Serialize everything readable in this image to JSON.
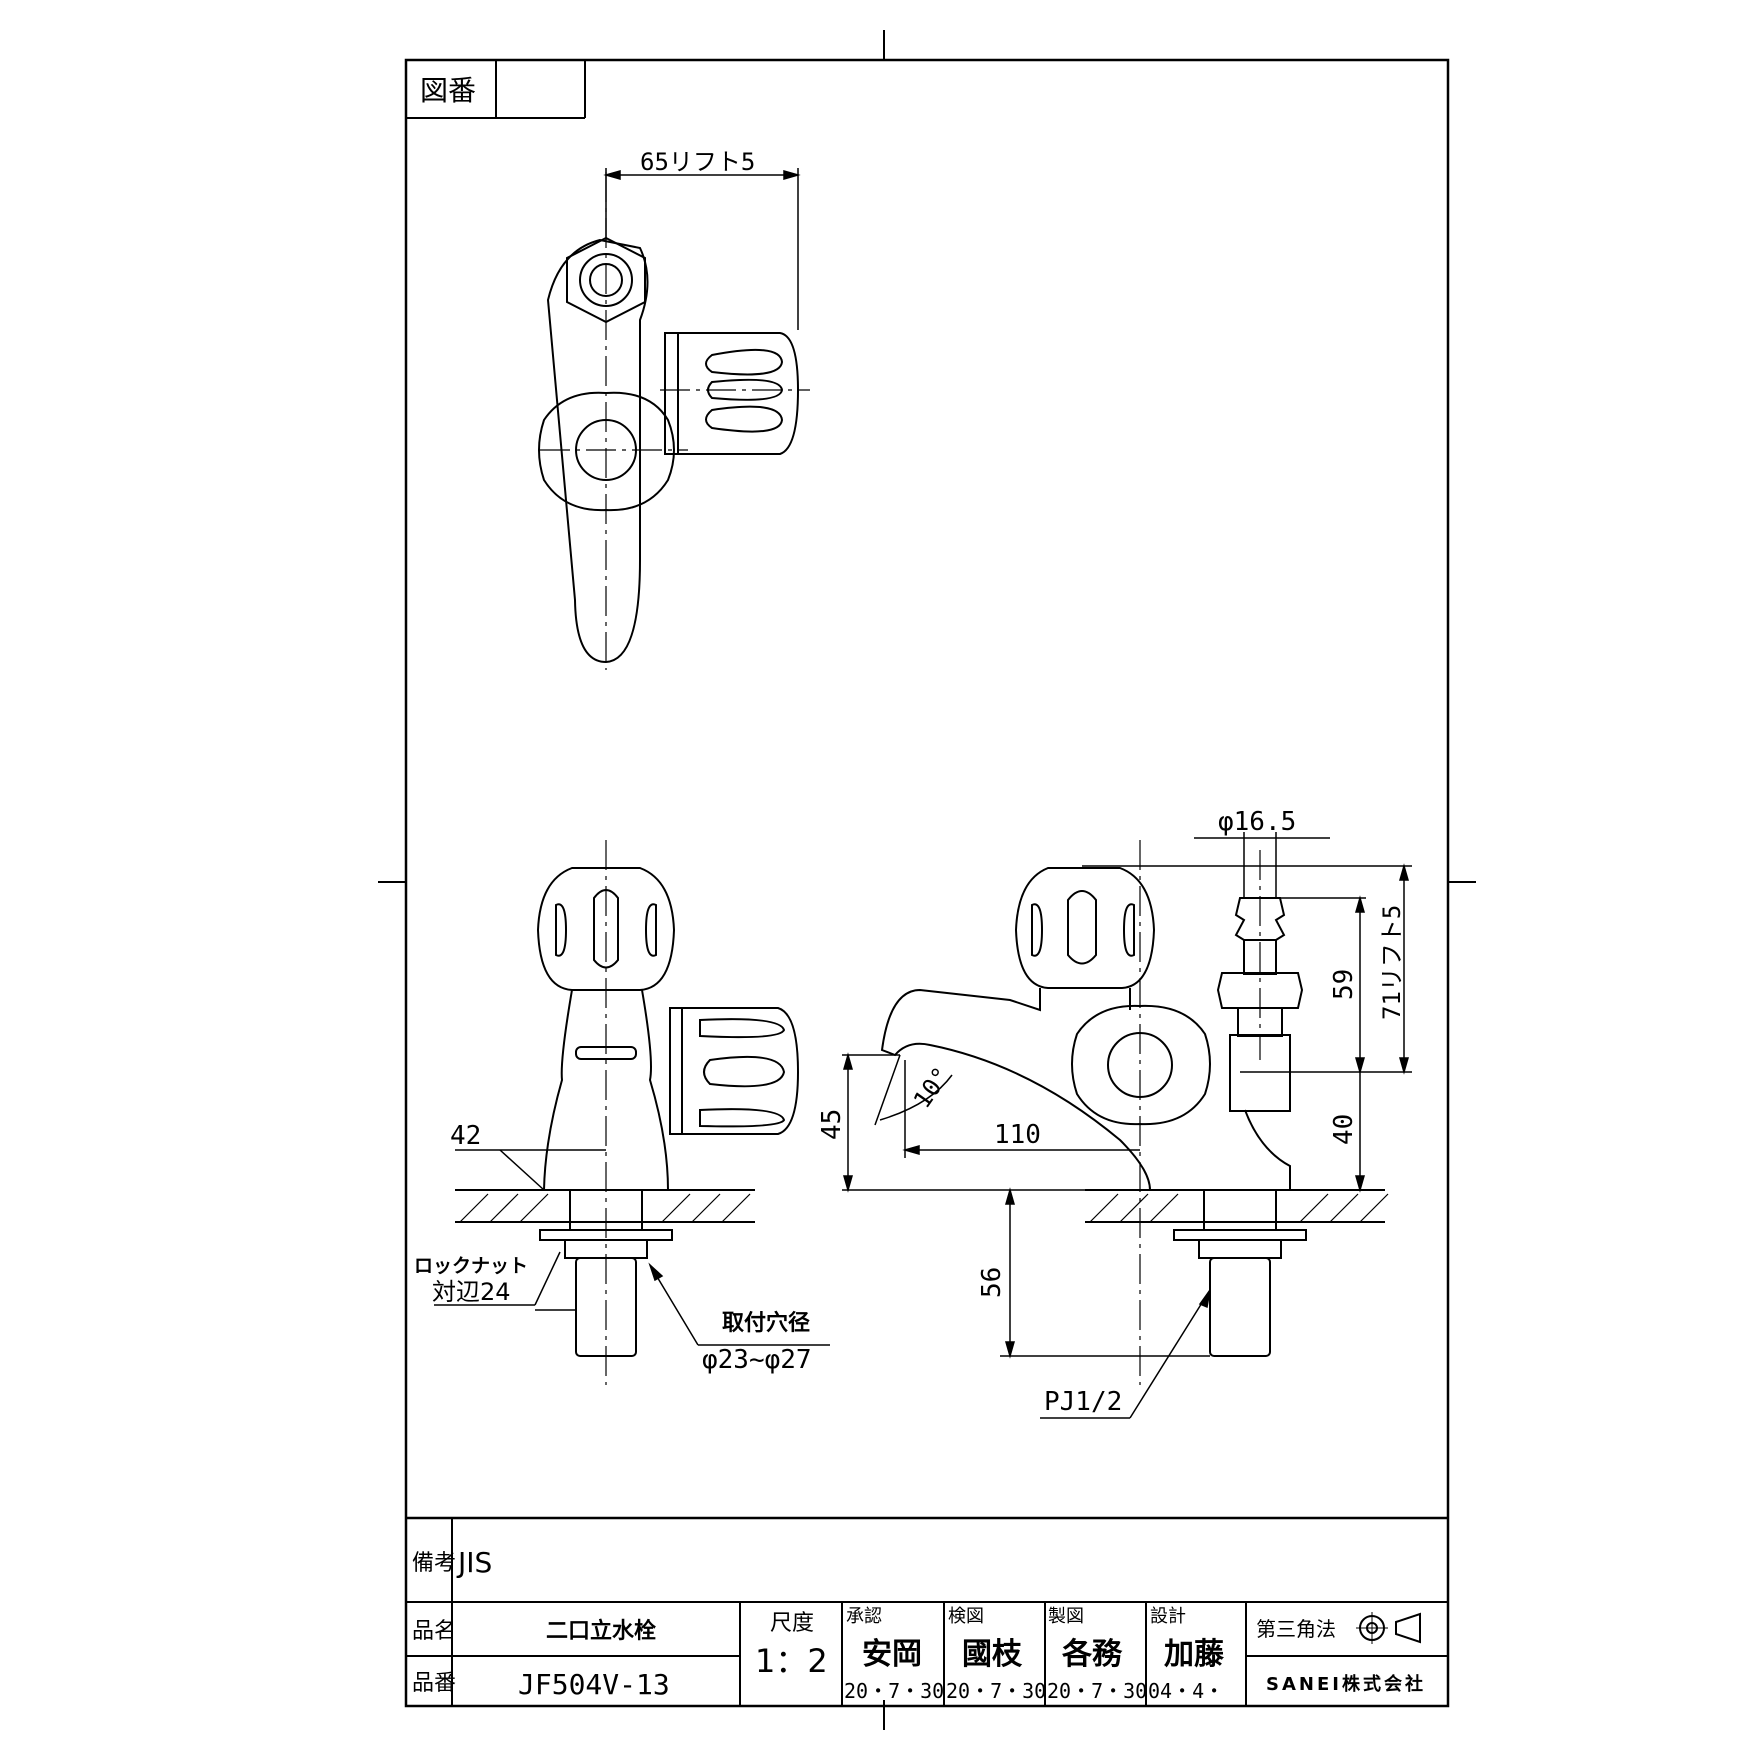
{
  "drawing_number_label": "図番",
  "dimensions": {
    "top_width": "65リフト5",
    "diameter_hose": "φ16.5",
    "height_71": "71リフト5",
    "height_59": "59",
    "height_40": "40",
    "height_45": "45",
    "angle": "10°",
    "spout_110": "110",
    "base_42": "42",
    "below_56": "56",
    "locknut_label": "ロックナット",
    "locknut_size": "対辺24",
    "mount_hole_label": "取付穴径",
    "mount_hole_range": "φ23~φ27",
    "thread": "PJ1/2"
  },
  "title_block": {
    "remarks_label": "備考",
    "remarks_value": "JIS",
    "name_label": "品名",
    "name_value": "二口立水栓",
    "number_label": "品番",
    "number_value": "JF504V-13",
    "scale_label": "尺度",
    "scale_value": "1：2",
    "approve_label": "承認",
    "approve_name": "安岡",
    "approve_date": "20・7・30",
    "check_label": "検図",
    "check_name": "國枝",
    "check_date": "20・7・30",
    "draw_label": "製図",
    "draw_name": "各務",
    "draw_date": "20・7・30",
    "design_label": "設計",
    "design_name": "加藤",
    "design_date": "04・4・",
    "projection_label": "第三角法",
    "company": "SANEI株式会社"
  }
}
